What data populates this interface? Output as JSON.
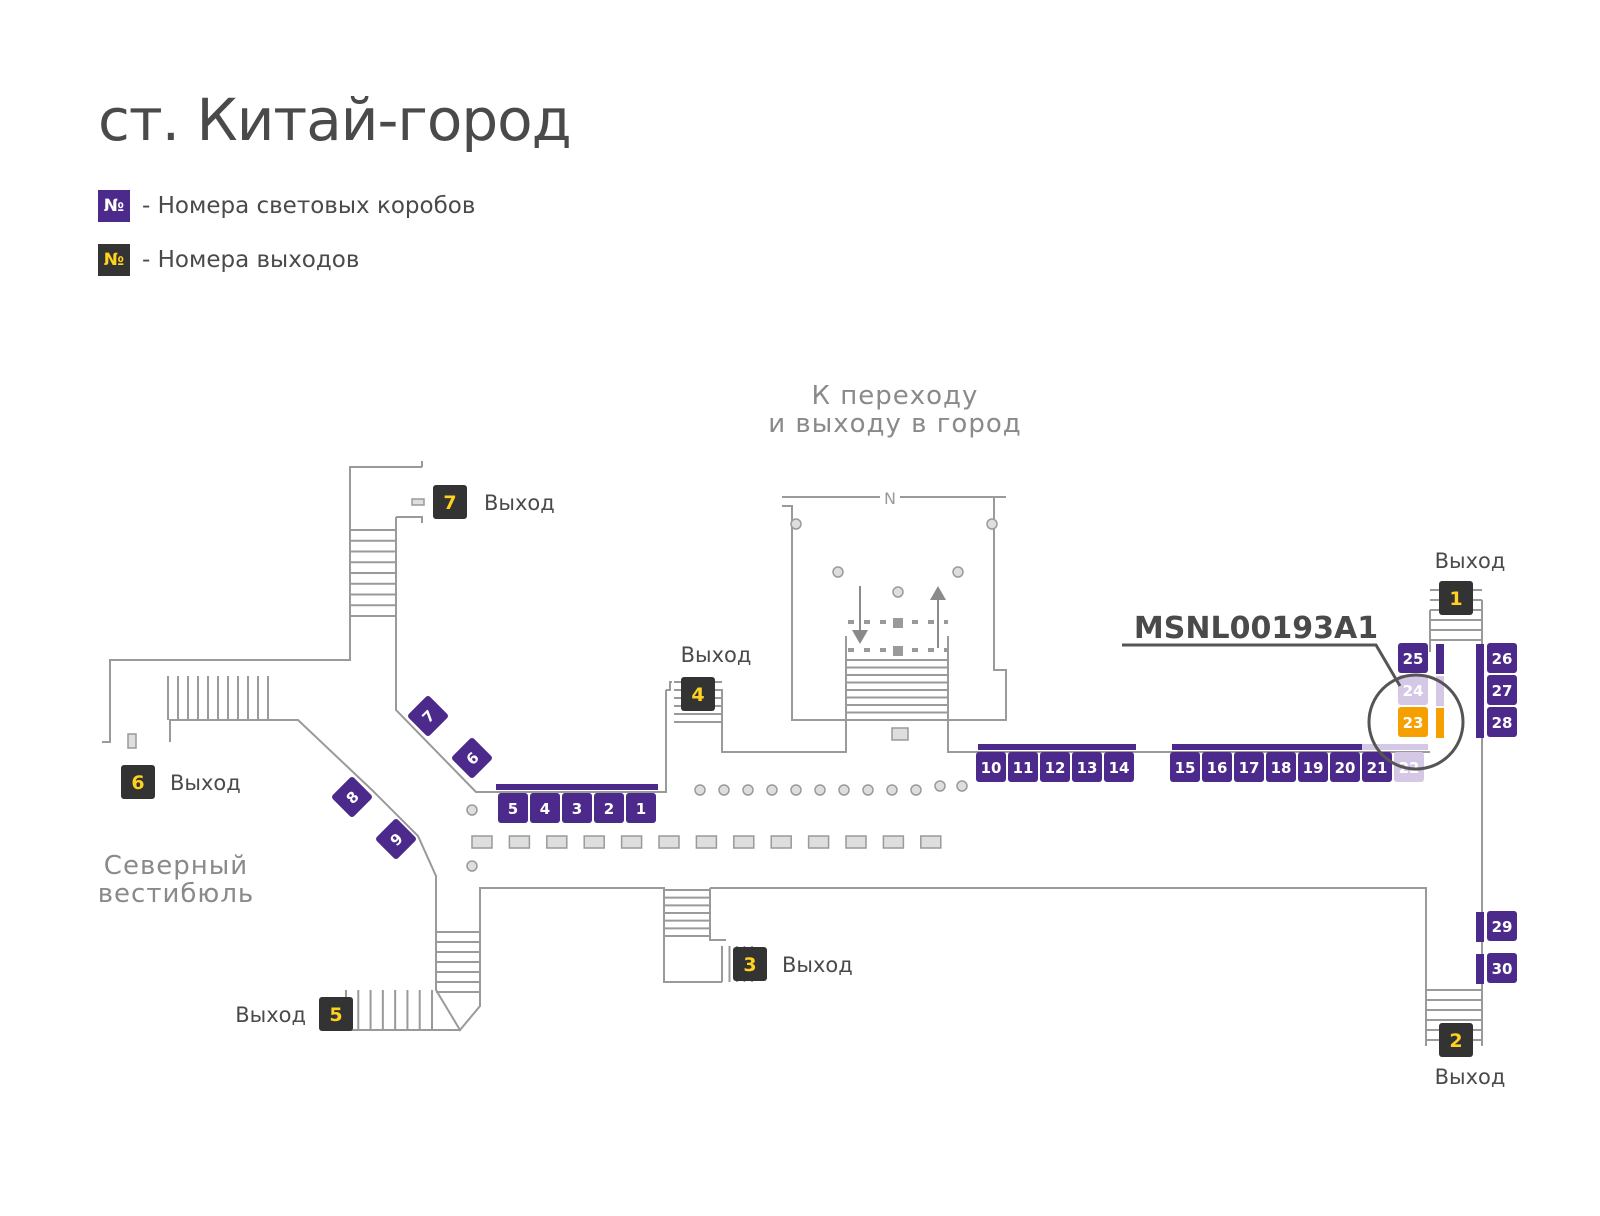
{
  "title": "ст. Китай-город",
  "legend": {
    "lightbox": {
      "symbol": "№",
      "text": "- Номера световых коробов"
    },
    "exit": {
      "symbol": "№",
      "text": "- Номера выходов"
    }
  },
  "colors": {
    "lightbox": "#4b2a8c",
    "lightbox_faded": "#d4c8e6",
    "highlight": "#f5a000",
    "exit_bg": "#333333",
    "exit_text": "#ffd21f",
    "walls": "#9a9a9a",
    "label": "#8a8a8a",
    "text": "#4a4a4a",
    "callout": "#555555"
  },
  "labels": {
    "transfer_line1": "К переходу",
    "transfer_line2": "и выходу в город",
    "north_vestibule_line1": "Северный",
    "north_vestibule_line2": "вестибюль",
    "north_mark": "N"
  },
  "exits": [
    {
      "number": "7",
      "label": "Выход"
    },
    {
      "number": "6",
      "label": "Выход"
    },
    {
      "number": "4",
      "label": "Выход"
    },
    {
      "number": "1",
      "label": "Выход"
    },
    {
      "number": "3",
      "label": "Выход"
    },
    {
      "number": "5",
      "label": "Выход"
    },
    {
      "number": "2",
      "label": "Выход"
    }
  ],
  "lightboxes": [
    "1",
    "2",
    "3",
    "4",
    "5",
    "6",
    "7",
    "8",
    "9",
    "10",
    "11",
    "12",
    "13",
    "14",
    "15",
    "16",
    "17",
    "18",
    "19",
    "20",
    "21",
    "22",
    "23",
    "24",
    "25",
    "26",
    "27",
    "28",
    "29",
    "30"
  ],
  "selected": {
    "code": "MSNL00193A1",
    "box": "23"
  }
}
